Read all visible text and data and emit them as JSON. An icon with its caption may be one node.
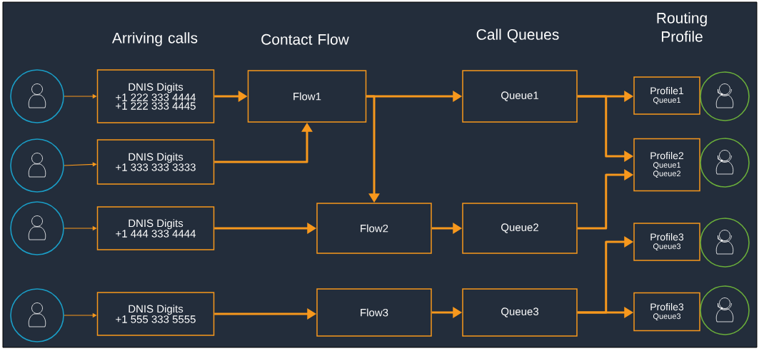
{
  "diagram": {
    "nodes": [
      {
        "text": [],
        "shape": "person"
      },
      {
        "text": [],
        "shape": "person"
      },
      {
        "text": [],
        "shape": "person"
      },
      {
        "text": [],
        "shape": "person"
      },
      {
        "text": [
          "DNIS Digits",
          "+1 222 333 4444",
          "+1 222 333 4445"
        ]
      },
      {
        "text": [
          "DNIS Digits",
          "+1 333 333 3333"
        ]
      },
      {
        "text": [
          "DNIS Digits",
          "+1 444 333 4444"
        ]
      },
      {
        "text": [
          "DNIS Digits",
          "+1 555 333 5555"
        ]
      },
      {
        "text": [
          "Flow1"
        ]
      },
      {
        "text": [
          "Flow2"
        ]
      },
      {
        "text": [
          "Flow3"
        ]
      },
      {
        "text": [
          "Queue1"
        ]
      },
      {
        "text": [
          "Queue2"
        ]
      },
      {
        "text": [
          "Queue3"
        ]
      },
      {
        "text": [
          "Profile1",
          "Queue1"
        ]
      },
      {
        "text": [
          "Profile2",
          "Queue1",
          "Queue2"
        ]
      },
      {
        "text": [
          "Profile3",
          "Queue3"
        ]
      },
      {
        "text": [
          "Profile3",
          "Queue3"
        ]
      },
      {
        "text": [],
        "shape": "person"
      },
      {
        "text": [],
        "shape": "person"
      },
      {
        "text": [],
        "shape": "person"
      },
      {
        "text": [],
        "shape": "person"
      }
    ],
    "edges": [
      {
        "from": 0,
        "to": 4,
        "arrow": "to"
      },
      {
        "from": 1,
        "to": 5,
        "arrow": "to"
      },
      {
        "from": 2,
        "to": 6,
        "arrow": "to"
      },
      {
        "from": 3,
        "to": 7,
        "arrow": "to"
      },
      {
        "from": 4,
        "to": 8,
        "arrow": "to"
      },
      {
        "from": 5,
        "to": 8,
        "arrow": "to"
      },
      {
        "from": 6,
        "to": 9,
        "arrow": "to"
      },
      {
        "from": 7,
        "to": 10,
        "arrow": "to"
      },
      {
        "from": 8,
        "to": 11,
        "arrow": "to"
      },
      {
        "from": 8,
        "to": 9,
        "arrow": "to"
      },
      {
        "from": 9,
        "to": 12,
        "arrow": "to"
      },
      {
        "from": 10,
        "to": 13,
        "arrow": "to"
      },
      {
        "from": 11,
        "to": 14,
        "arrow": "to"
      },
      {
        "from": 11,
        "to": 15,
        "arrow": "to"
      },
      {
        "from": 12,
        "to": 15,
        "arrow": "to"
      },
      {
        "from": 13,
        "to": 16,
        "arrow": "to"
      },
      {
        "from": 13,
        "to": 17,
        "arrow": "to"
      }
    ],
    "labels": [
      "Arriving calls",
      "Contact Flow",
      "Call Queues",
      "Routing Profile"
    ]
  }
}
